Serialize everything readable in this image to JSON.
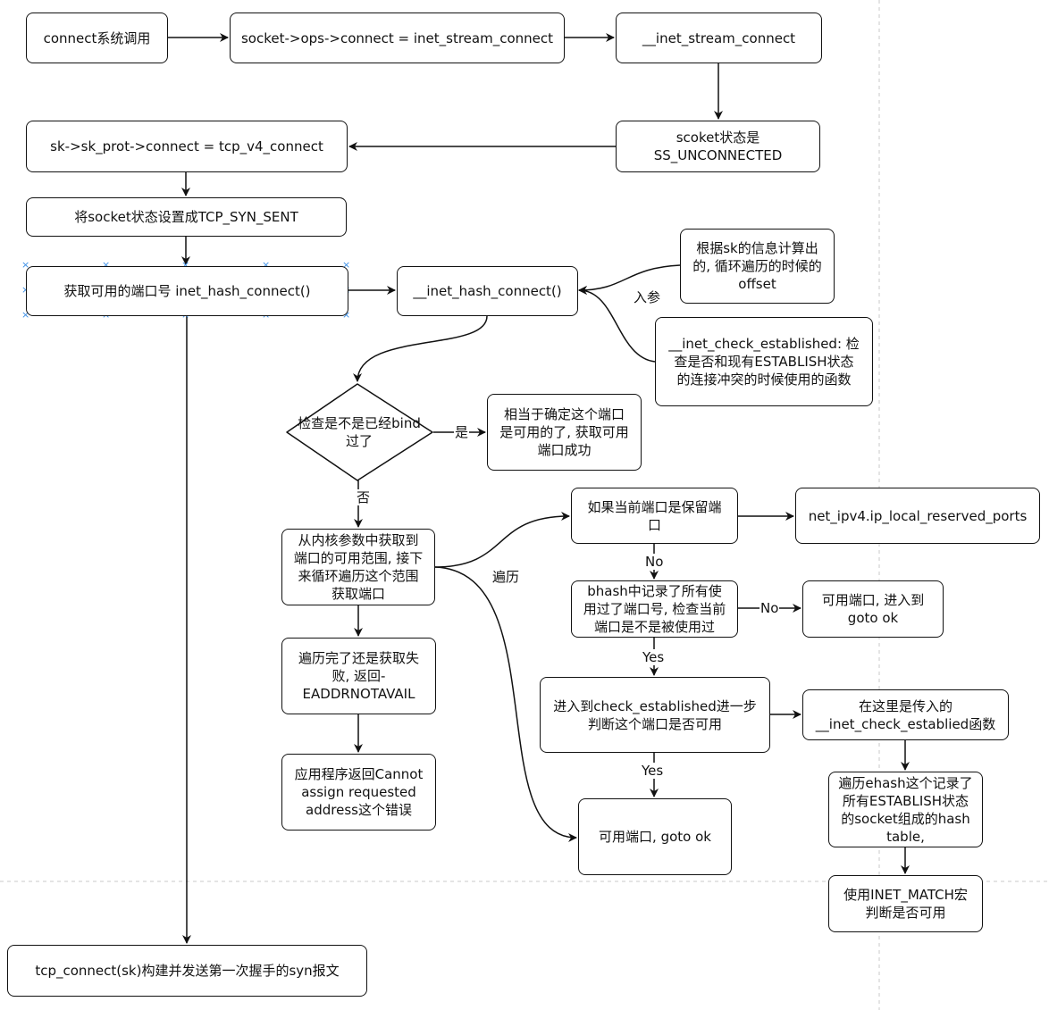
{
  "nodes": {
    "connect_syscall": "connect系统调用",
    "socket_ops_connect": "socket->ops->connect = inet_stream_connect",
    "inet_stream_connect": "__inet_stream_connect",
    "socket_state_1": "scoket状态是",
    "socket_state_2": "SS_UNCONNECTED",
    "sk_prot_connect": "sk->sk_prot->connect = tcp_v4_connect",
    "set_syn_sent": "将socket状态设置成TCP_SYN_SENT",
    "get_port": "获取可用的端口号 inet_hash_connect()",
    "inet_hash_connect": "__inet_hash_connect()",
    "offset_note_1": "根据sk的信息计算出",
    "offset_note_2": "的, 循环遍历的时候的",
    "offset_note_3": "offset",
    "check_established_note_1": "__inet_check_established: 检",
    "check_established_note_2": "查是否和现有ESTABLISH状态",
    "check_established_note_3": "的连接冲突的时候使用的函数",
    "bind_check_1": "检查是不是已经bind",
    "bind_check_2": "过了",
    "bind_ok_1": "相当于确定这个端口",
    "bind_ok_2": "是可用的了, 获取可用",
    "bind_ok_3": "端口成功",
    "range_1": "从内核参数中获取到",
    "range_2": "端口的可用范围, 接下",
    "range_3": "来循环遍历这个范围",
    "range_4": "获取端口",
    "reserved_1": "如果当前端口是保留端",
    "reserved_2": "口",
    "reserved_ports": "net_ipv4.ip_local_reserved_ports",
    "bhash_1": "bhash中记录了所有使",
    "bhash_2": "用过了端口号, 检查当前",
    "bhash_3": "端口是不是被使用过",
    "free_port_1": "可用端口, 进入到",
    "free_port_2": "goto ok",
    "eaddr_1": "遍历完了还是获取失",
    "eaddr_2": "败, 返回-",
    "eaddr_3": "EADDRNOTAVAIL",
    "check_est_1": "进入到check_established进一步",
    "check_est_2": "判断这个端口是否可用",
    "passed_in_1": "在这里是传入的",
    "passed_in_2": "__inet_check_establied函数",
    "app_error_1": "应用程序返回Cannot",
    "app_error_2": "assign requested",
    "app_error_3": "address这个错误",
    "ehash_1": "遍历ehash这个记录了",
    "ehash_2": "所有ESTABLISH状态",
    "ehash_3": "的socket组成的hash",
    "ehash_4": "table,",
    "available_ok": "可用端口, goto ok",
    "inet_match_1": "使用INET_MATCH宏",
    "inet_match_2": "判断是否可用",
    "tcp_connect": "tcp_connect(sk)构建并发送第一次握手的syn报文"
  },
  "edge_labels": {
    "param": "入参",
    "yes_cn": "是",
    "no_cn": "否",
    "iterate": "遍历",
    "no_1": "No",
    "no_2": "No",
    "yes_1": "Yes",
    "yes_2": "Yes"
  },
  "colors": {
    "stroke": "#111111",
    "selection": "#3a8ee6",
    "guide": "#c8c8c8"
  }
}
